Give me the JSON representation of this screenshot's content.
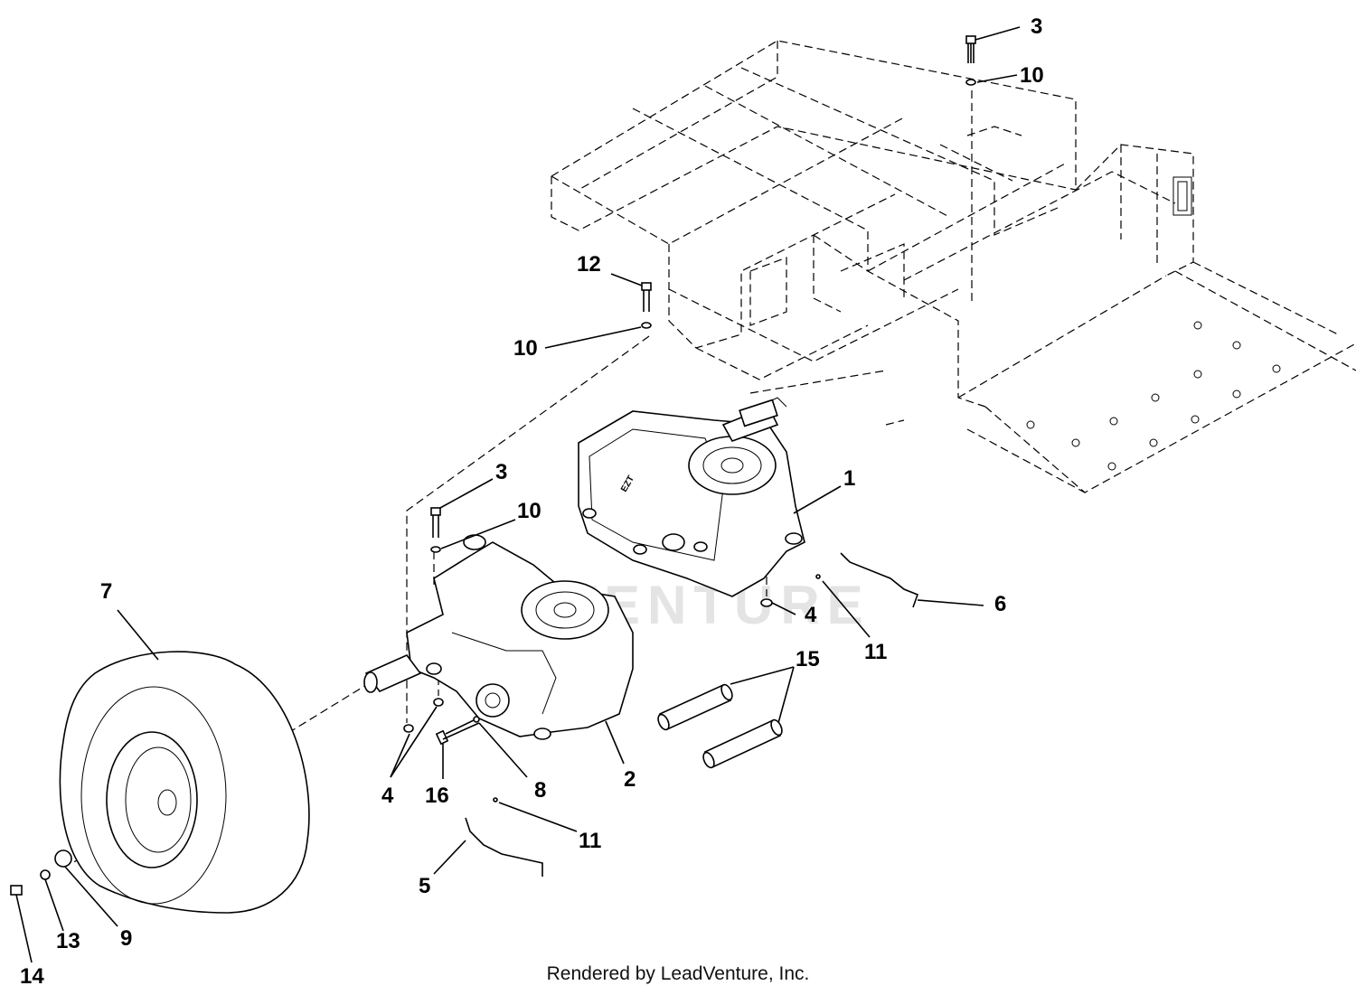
{
  "watermark": "VENTURE",
  "footer_text": "Rendered by LeadVenture, Inc.",
  "callouts": [
    {
      "id": "c3a",
      "label": "3"
    },
    {
      "id": "c10a",
      "label": "10"
    },
    {
      "id": "c12",
      "label": "12"
    },
    {
      "id": "c10b",
      "label": "10"
    },
    {
      "id": "c3b",
      "label": "3"
    },
    {
      "id": "c10c",
      "label": "10"
    },
    {
      "id": "c1",
      "label": "1"
    },
    {
      "id": "c7",
      "label": "7"
    },
    {
      "id": "c4a",
      "label": "4"
    },
    {
      "id": "c6",
      "label": "6"
    },
    {
      "id": "c11a",
      "label": "11"
    },
    {
      "id": "c15",
      "label": "15"
    },
    {
      "id": "c2",
      "label": "2"
    },
    {
      "id": "c8",
      "label": "8"
    },
    {
      "id": "c16",
      "label": "16"
    },
    {
      "id": "c4b",
      "label": "4"
    },
    {
      "id": "c11b",
      "label": "11"
    },
    {
      "id": "c5",
      "label": "5"
    },
    {
      "id": "c9",
      "label": "9"
    },
    {
      "id": "c13",
      "label": "13"
    },
    {
      "id": "c14",
      "label": "14"
    }
  ]
}
